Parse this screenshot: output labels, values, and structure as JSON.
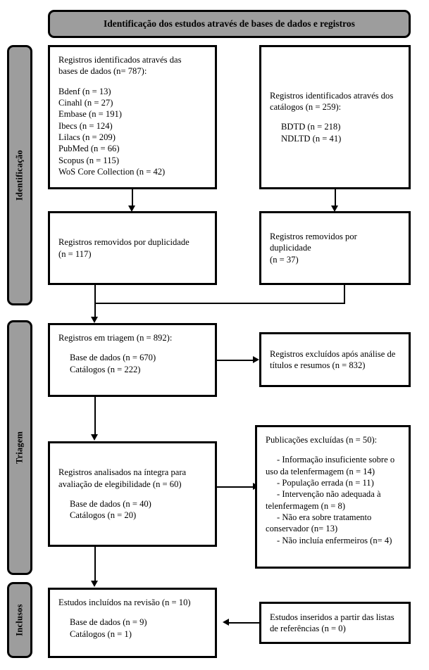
{
  "header": {
    "title": "Identificação dos estudos através de bases de dados e registros"
  },
  "stages": {
    "identification": "Identificação",
    "screening": "Triagem",
    "included": "Inclusos"
  },
  "boxes": {
    "records_databases": {
      "heading_line1": "Registros identificados através das",
      "heading_line2": "bases de dados (n= 787):",
      "sources": [
        "Bdenf (n = 13)",
        "Cinahl (n = 27)",
        "Embase (n = 191)",
        "Ibecs (n = 124)",
        "Lilacs (n = 209)",
        "PubMed (n = 66)",
        "Scopus (n = 115)",
        "WoS Core Collection (n = 42)"
      ]
    },
    "records_catalogs": {
      "heading_line1": "Registros identificados através dos",
      "heading_line2": "catálogos (n = 259):",
      "sources": [
        "BDTD (n = 218)",
        "NDLTD (n = 41)"
      ]
    },
    "duplicates_databases": {
      "line1": "Registros removidos por duplicidade",
      "line2": "(n = 117)"
    },
    "duplicates_catalogs": {
      "line1": "Registros removidos por duplicidade",
      "line2": "(n = 37)"
    },
    "screened": {
      "heading": "Registros em triagem (n = 892):",
      "details": [
        "Base de dados (n = 670)",
        "Catálogos (n = 222)"
      ]
    },
    "excluded_titles": {
      "line1": "Registros excluídos após análise de",
      "line2": "títulos e resumos (n = 832)"
    },
    "fulltext_assessed": {
      "heading_line1": "Registros analisados na íntegra para",
      "heading_line2": "avaliação de elegibilidade (n = 60)",
      "details": [
        "Base de dados (n = 40)",
        "Catálogos (n = 20)"
      ]
    },
    "excluded_publications": {
      "heading": "Publicações excluídas (n = 50):",
      "reasons": [
        "- Informação insuficiente sobre o",
        "uso da telenfermagem (n = 14)",
        "- População errada (n = 11)",
        "- Intervenção não adequada à",
        "telenfermagem (n = 8)",
        "- Não era sobre tratamento",
        "conservador (n= 13)",
        "- Não incluía enfermeiros (n= 4)"
      ]
    },
    "included_review": {
      "heading": "Estudos incluídos na revisão (n = 10)",
      "details": [
        "Base de dados (n = 9)",
        "Catálogos (n = 1)"
      ]
    },
    "from_references": {
      "line1": "Estudos inseridos a partir das listas",
      "line2": "de referências (n = 0)"
    }
  },
  "colors": {
    "stage_bar_fill": "#9d9d9d",
    "border": "#000000",
    "background": "#ffffff"
  }
}
